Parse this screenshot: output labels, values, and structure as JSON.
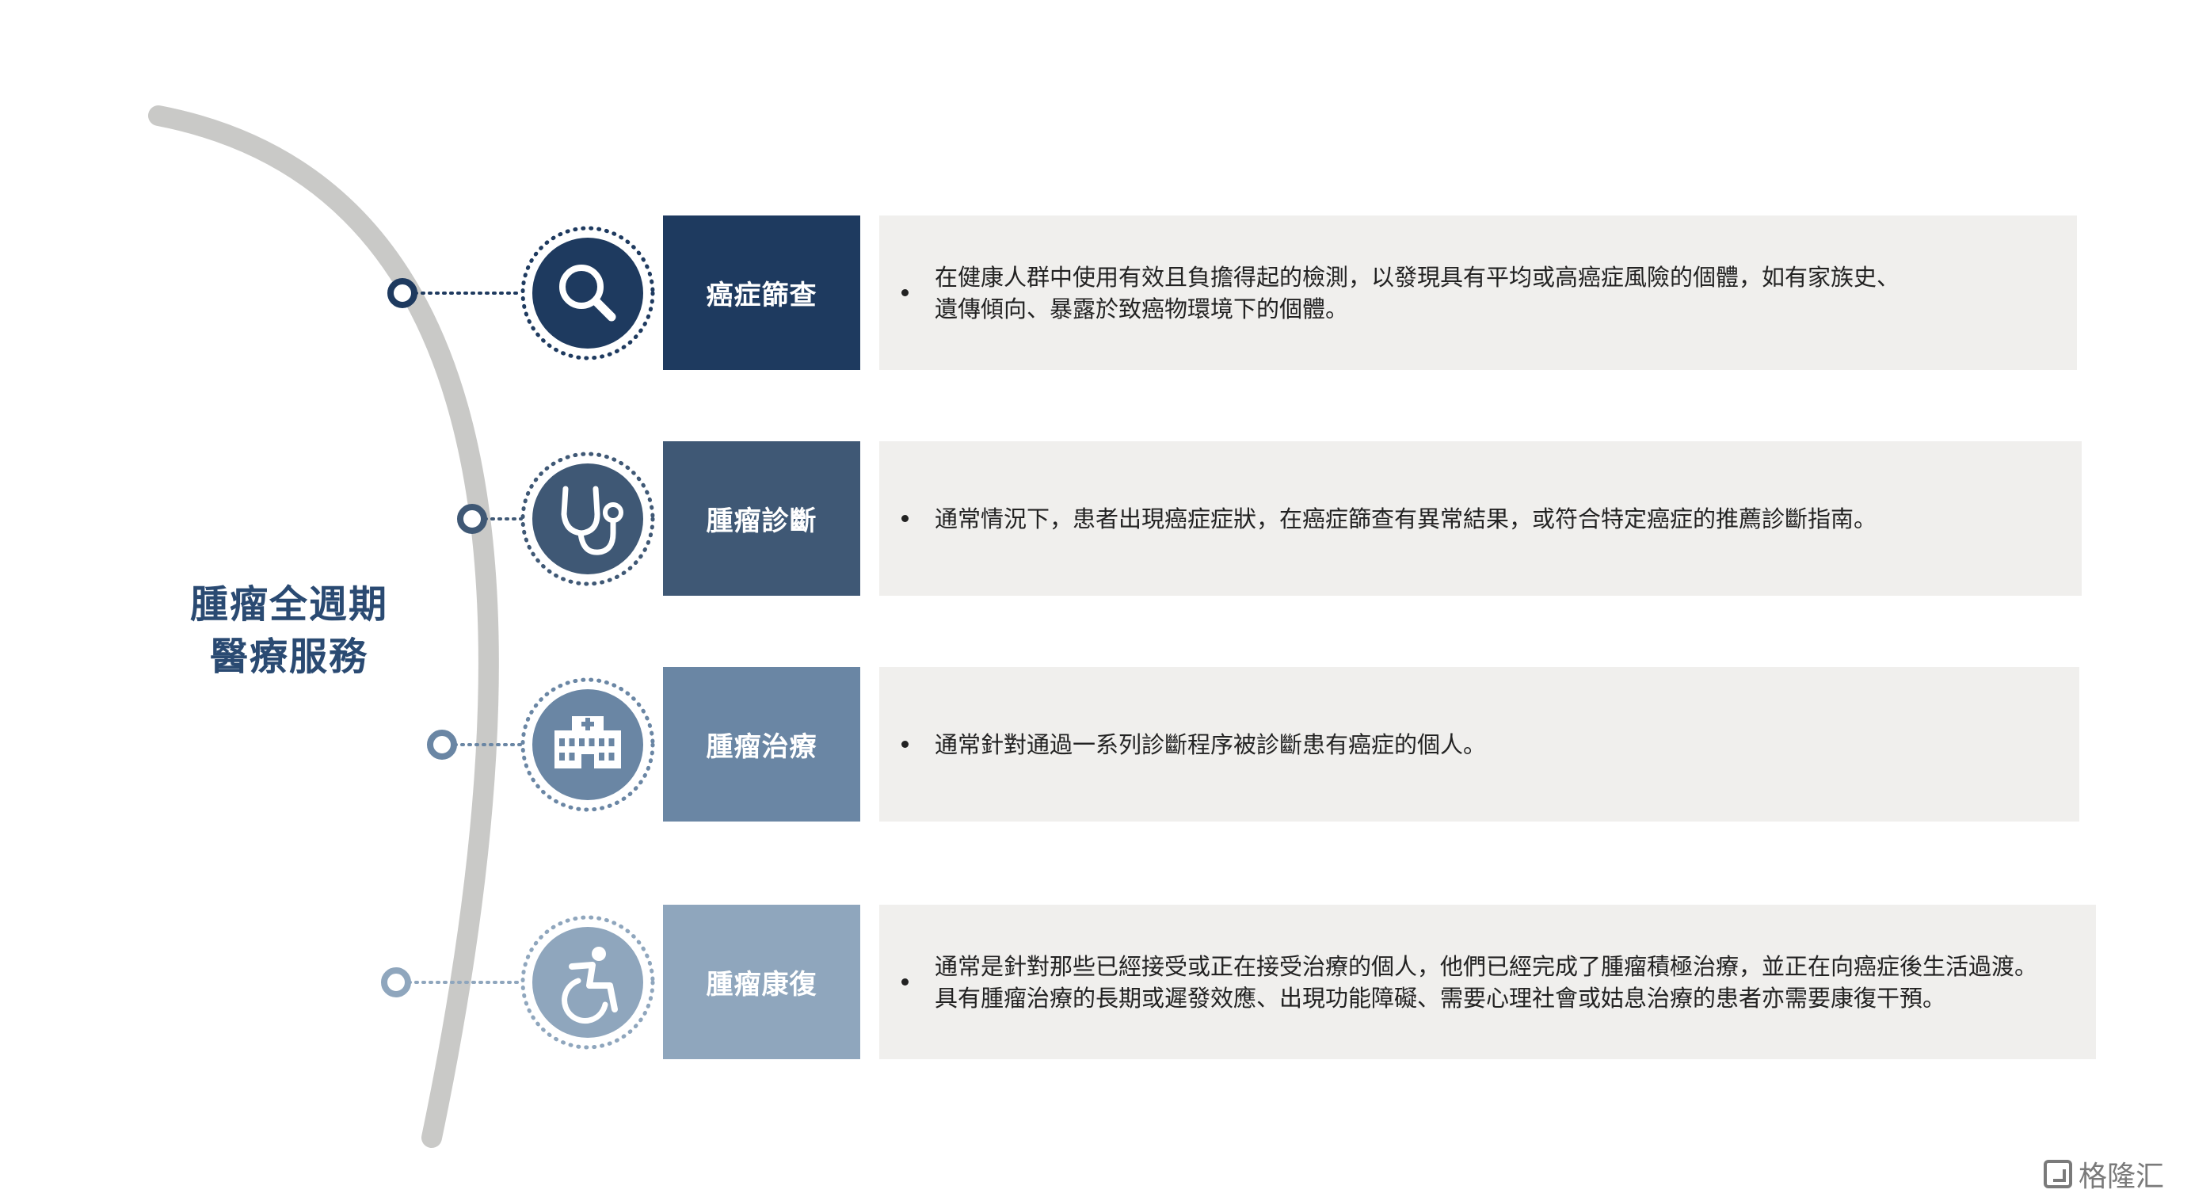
{
  "center_title": {
    "line1": "腫瘤全週期",
    "line2": "醫療服務"
  },
  "colors": {
    "arc": "#c9c9c7",
    "title": "#2a4a72",
    "desc_bg": "#f0efed"
  },
  "stages": [
    {
      "label": "癌症篩查",
      "icon": "magnifier-icon",
      "color": "#1e3a5f",
      "description": [
        "在健康人群中使用有效且負擔得起的檢測，以發現具有平均或高癌症風險的個體，如有家族史、",
        "遺傳傾向、暴露於致癌物環境下的個體。"
      ]
    },
    {
      "label": "腫瘤診斷",
      "icon": "stethoscope-icon",
      "color": "#3f5875",
      "description": [
        "通常情況下，患者出現癌症症狀，在癌症篩查有異常結果，或符合特定癌症的推薦診斷指南。"
      ]
    },
    {
      "label": "腫瘤治療",
      "icon": "hospital-icon",
      "color": "#6a86a4",
      "description": [
        "通常針對通過一系列診斷程序被診斷患有癌症的個人。"
      ]
    },
    {
      "label": "腫瘤康復",
      "icon": "wheelchair-icon",
      "color": "#8fa6bd",
      "description": [
        "通常是針對那些已經接受或正在接受治療的個人，他們已經完成了腫瘤積極治療，並正在向癌症後生活過渡。",
        "具有腫瘤治療的長期或遲發效應、出現功能障礙、需要心理社會或姑息治療的患者亦需要康復干預。"
      ]
    }
  ],
  "watermark": {
    "text": "格隆汇"
  }
}
